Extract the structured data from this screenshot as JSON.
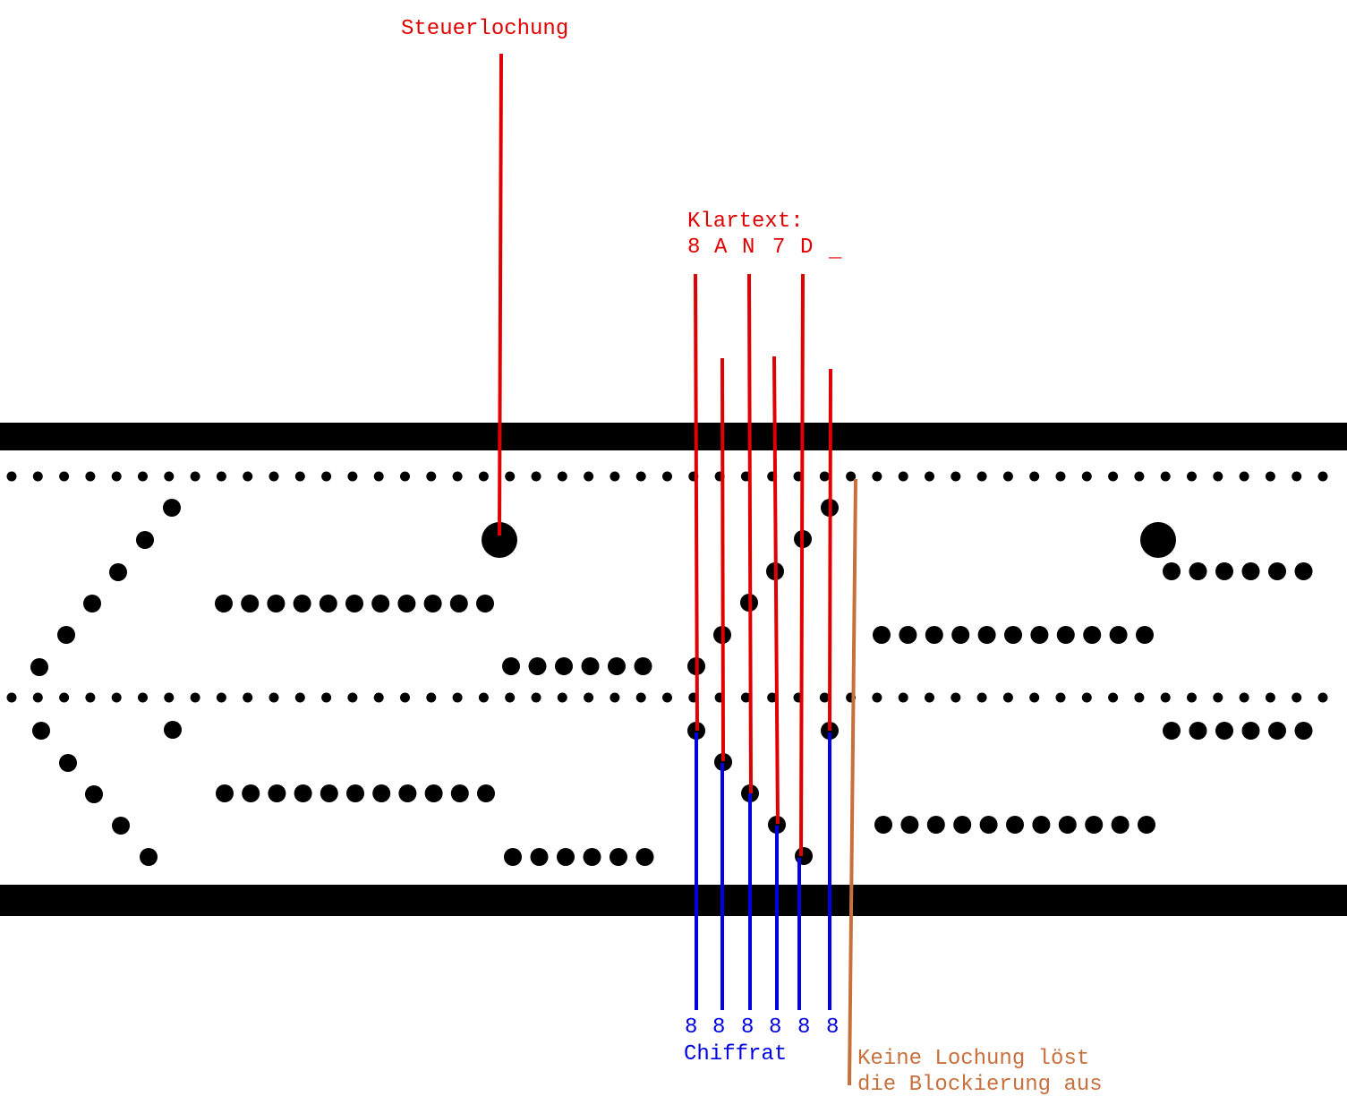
{
  "colors": {
    "background": "#ffffff",
    "tape": "#000000",
    "red": "#e00000",
    "blue": "#0000e0",
    "orange": "#c8703c"
  },
  "labels": {
    "steuerlochung": "Steuerlochung",
    "klartext_title": "Klartext:",
    "klartext_chars": [
      "8",
      "A",
      "N",
      "7",
      "D",
      "_"
    ],
    "chiffrat_digits": [
      "8",
      "8",
      "8",
      "8",
      "8",
      "8"
    ],
    "chiffrat_title": "Chiffrat",
    "keine_line1": "Keine Lochung löst",
    "keine_line2": "die Blockierung aus"
  }
}
